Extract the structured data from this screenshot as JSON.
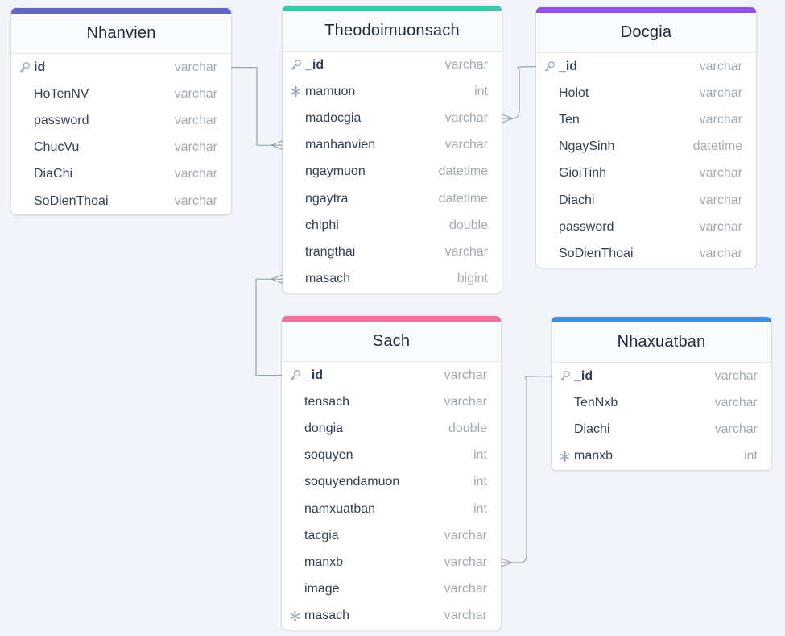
{
  "diagram": {
    "tables": [
      {
        "id": "nhanvien",
        "name": "Nhanvien",
        "color": "#6366c9",
        "columns": [
          {
            "name": "id",
            "type": "varchar",
            "pk": true,
            "icon": "key-icon"
          },
          {
            "name": "HoTenNV",
            "type": "varchar"
          },
          {
            "name": "password",
            "type": "varchar"
          },
          {
            "name": "ChucVu",
            "type": "varchar"
          },
          {
            "name": "DiaChi",
            "type": "varchar"
          },
          {
            "name": "SoDienThoai",
            "type": "varchar"
          }
        ]
      },
      {
        "id": "theodoimuonsach",
        "name": "Theodoimuonsach",
        "color": "#45c4ad",
        "columns": [
          {
            "name": "_id",
            "type": "varchar",
            "pk": true,
            "icon": "key-icon"
          },
          {
            "name": "mamuon",
            "type": "int",
            "icon": "snowflake-icon"
          },
          {
            "name": "madocgia",
            "type": "varchar"
          },
          {
            "name": "manhanvien",
            "type": "varchar"
          },
          {
            "name": "ngaymuon",
            "type": "datetime"
          },
          {
            "name": "ngaytra",
            "type": "datetime"
          },
          {
            "name": "chiphi",
            "type": "double"
          },
          {
            "name": "trangthai",
            "type": "varchar"
          },
          {
            "name": "masach",
            "type": "bigint"
          }
        ]
      },
      {
        "id": "docgia",
        "name": "Docgia",
        "color": "#9055dc",
        "columns": [
          {
            "name": "_id",
            "type": "varchar",
            "pk": true,
            "icon": "key-icon"
          },
          {
            "name": "Holot",
            "type": "varchar"
          },
          {
            "name": "Ten",
            "type": "varchar"
          },
          {
            "name": "NgaySinh",
            "type": "datetime"
          },
          {
            "name": "GioiTinh",
            "type": "varchar"
          },
          {
            "name": "Diachi",
            "type": "varchar"
          },
          {
            "name": "password",
            "type": "varchar"
          },
          {
            "name": "SoDienThoai",
            "type": "varchar"
          }
        ]
      },
      {
        "id": "sach",
        "name": "Sach",
        "color": "#f0719b",
        "columns": [
          {
            "name": "_id",
            "type": "varchar",
            "pk": true,
            "icon": "key-icon"
          },
          {
            "name": "tensach",
            "type": "varchar"
          },
          {
            "name": "dongia",
            "type": "double"
          },
          {
            "name": "soquyen",
            "type": "int"
          },
          {
            "name": "soquyendamuon",
            "type": "int"
          },
          {
            "name": "namxuatban",
            "type": "int"
          },
          {
            "name": "tacgia",
            "type": "varchar"
          },
          {
            "name": "manxb",
            "type": "varchar"
          },
          {
            "name": "image",
            "type": "varchar"
          },
          {
            "name": "masach",
            "type": "varchar",
            "icon": "snowflake-icon"
          }
        ]
      },
      {
        "id": "nhaxuatban",
        "name": "Nhaxuatban",
        "color": "#3b8fe0",
        "columns": [
          {
            "name": "_id",
            "type": "varchar",
            "pk": true,
            "icon": "key-icon"
          },
          {
            "name": "TenNxb",
            "type": "varchar"
          },
          {
            "name": "Diachi",
            "type": "varchar"
          },
          {
            "name": "manxb",
            "type": "int",
            "icon": "snowflake-icon"
          }
        ]
      }
    ],
    "relationships": [
      {
        "from": "nhanvien.id",
        "to": "theodoimuonsach.manhanvien",
        "cardinality": "one-to-many"
      },
      {
        "from": "docgia._id",
        "to": "theodoimuonsach.madocgia",
        "cardinality": "one-to-many"
      },
      {
        "from": "sach._id",
        "to": "theodoimuonsach.masach",
        "cardinality": "one-to-many"
      },
      {
        "from": "nhaxuatban._id",
        "to": "sach.manxb",
        "cardinality": "one-to-many"
      }
    ],
    "colors": {
      "background": "#f1f5f9",
      "connector": "#94a3b8"
    }
  }
}
